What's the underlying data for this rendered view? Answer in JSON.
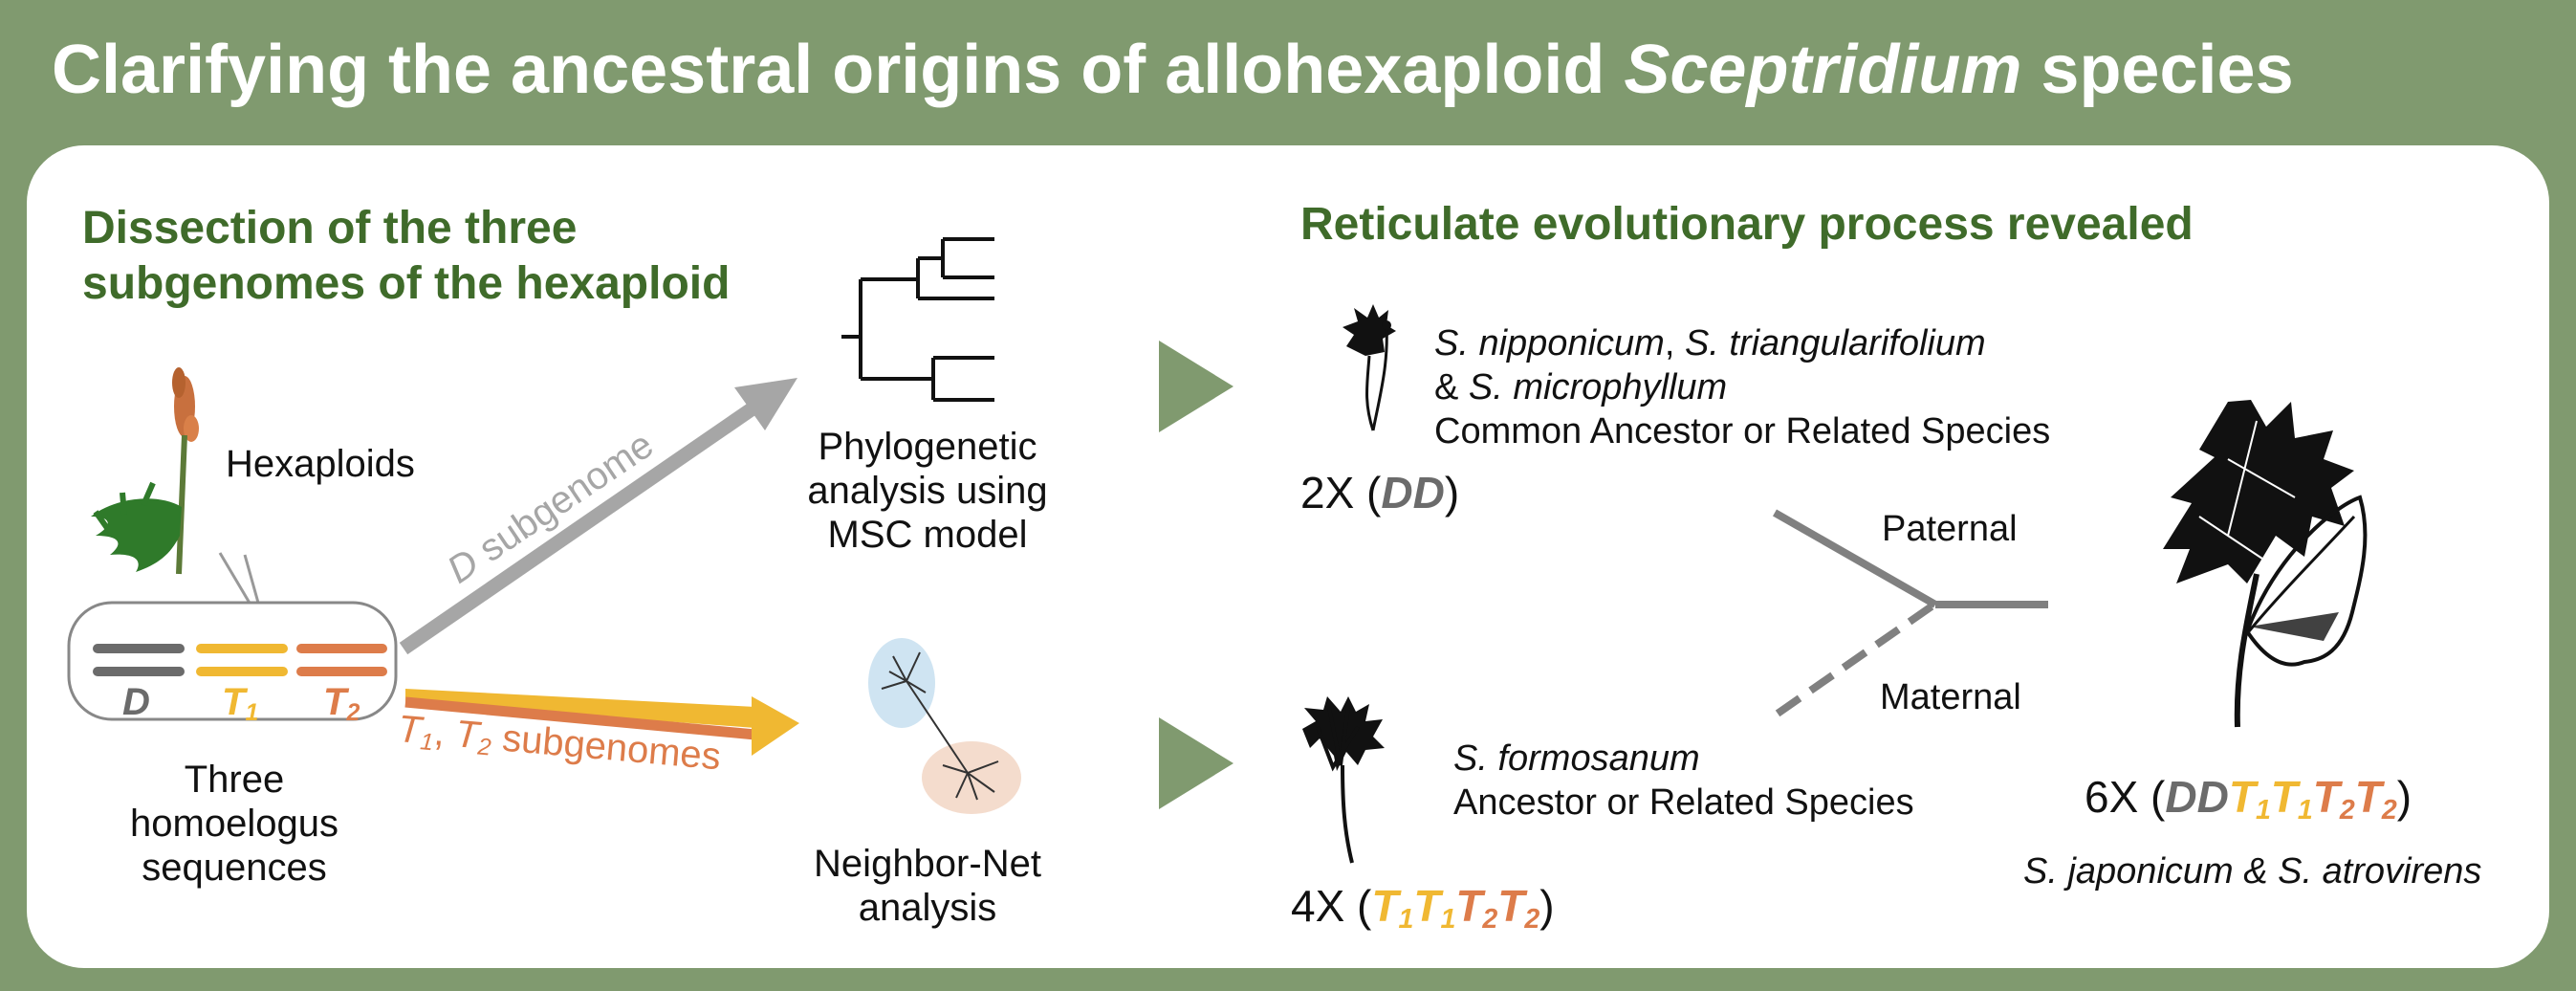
{
  "title": {
    "pre": "Clarifying the ancestral origins of allohexaploid ",
    "genus": "Sceptridium",
    "post": " species"
  },
  "left": {
    "heading_line1": "Dissection of the three",
    "heading_line2": "subgenomes of the hexaploid",
    "hexaploids_label": "Hexaploids",
    "seq_labels": {
      "d": "D",
      "t1": "T",
      "t1_sub": "1",
      "t2": "T",
      "t2_sub": "2"
    },
    "caption": [
      "Three",
      "homoelogus",
      "sequences"
    ]
  },
  "arrows": {
    "d_label_italic": "D",
    "d_label_rest": " subgenome",
    "t_label": {
      "t1": "T",
      "t1_sub": "1",
      "sep": ", ",
      "t2": "T",
      "t2_sub": "2",
      "rest": " subgenomes"
    }
  },
  "analysis": {
    "phylo": [
      "Phylogenetic",
      "analysis using",
      "MSC model"
    ],
    "network": [
      "Neighbor-Net",
      "analysis"
    ]
  },
  "right": {
    "heading": "Reticulate evolutionary process revealed",
    "diploid": {
      "line1_italic_a": "S. nipponicum",
      "line1_sep": ", ",
      "line1_italic_b": "S. triangularifolium",
      "line2_prefix": "& ",
      "line2_italic": "S. microphyllum",
      "line3": "Common Ancestor or Related Species",
      "ploidy_prefix": "2X (",
      "ploidy_genome": "DD",
      "ploidy_suffix": ")"
    },
    "tetraploid": {
      "species_italic": "S. formosanum",
      "line2": "Ancestor or Related Species",
      "ploidy_prefix": "4X (",
      "ploidy_suffix": ")"
    },
    "hexaploid": {
      "ploidy_prefix": "6X (",
      "ploidy_d": "DD",
      "ploidy_suffix": ")",
      "species": "S. japonicum & S. atrovirens"
    },
    "paternal": "Paternal",
    "maternal": "Maternal"
  },
  "colors": {
    "background": "#809a6f",
    "heading_green": "#3f6b2a",
    "d_gray": "#6b6b6b",
    "t1_yellow": "#f0b832",
    "t2_orange": "#dd7c4a",
    "arrow_gray": "#a6a6a6",
    "play_green": "#809a6f"
  }
}
